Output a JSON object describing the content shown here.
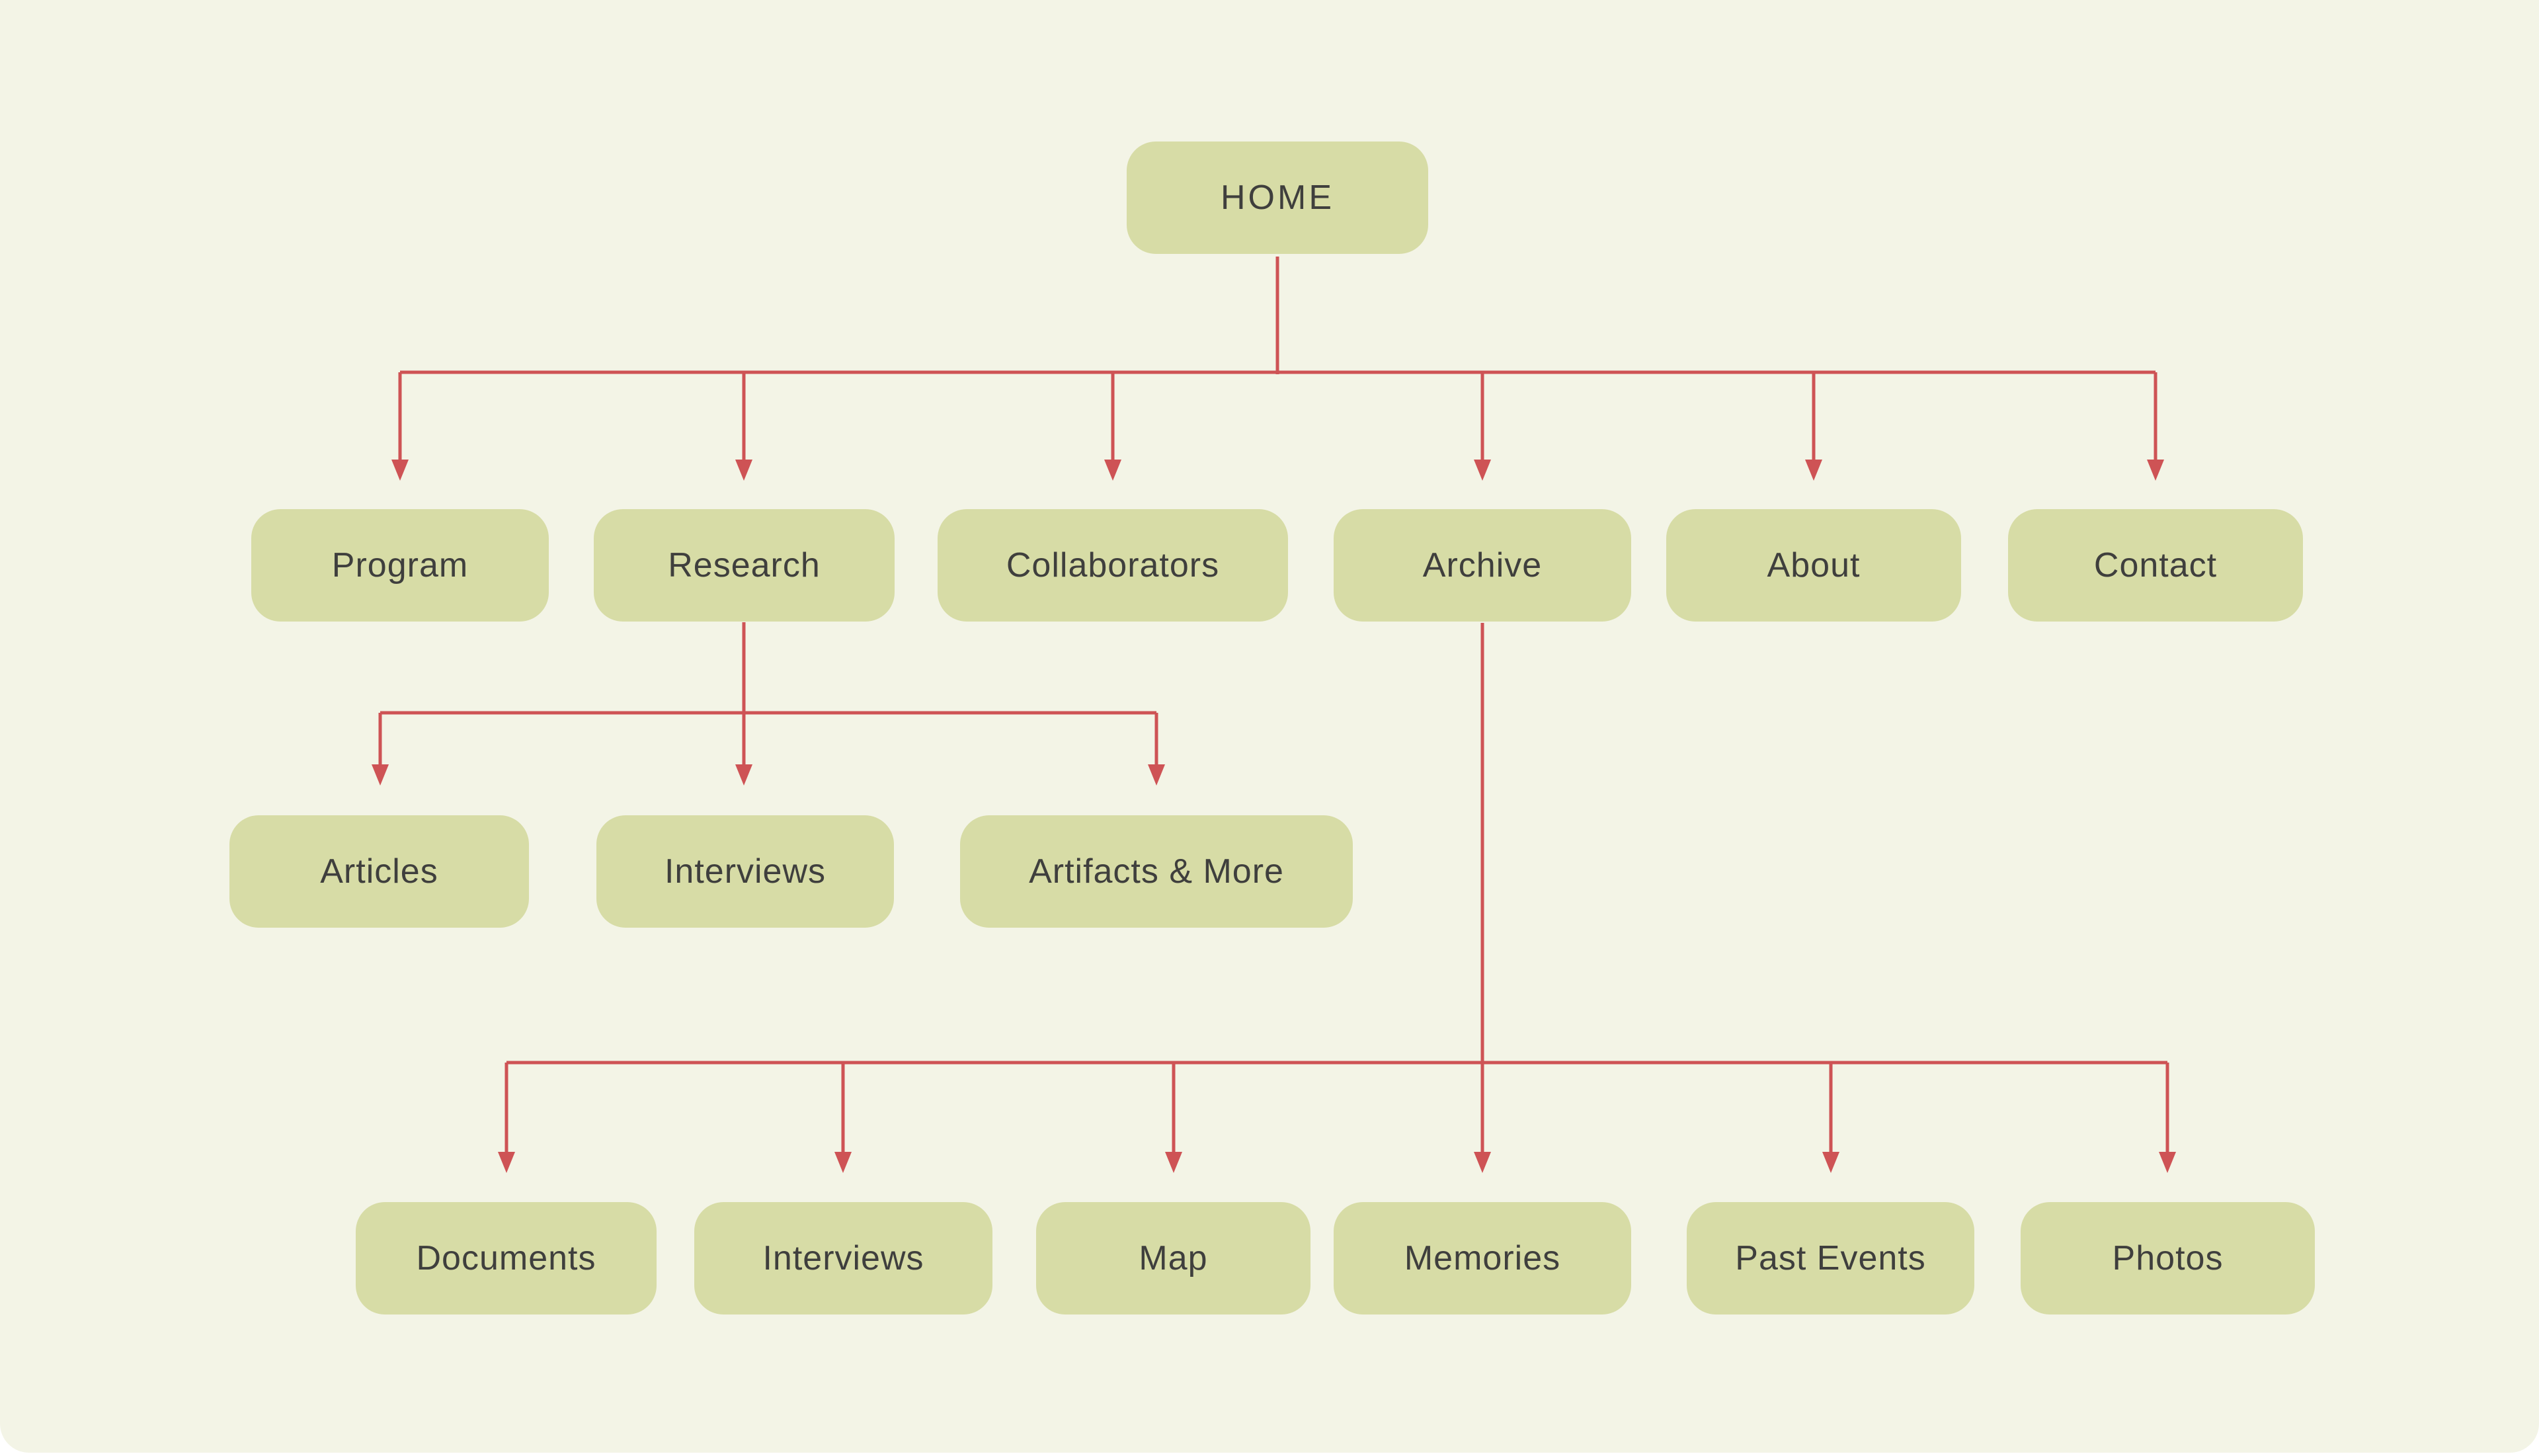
{
  "sitemap": {
    "root": {
      "label": "HOME"
    },
    "main_pages": [
      {
        "label": "Program"
      },
      {
        "label": "Research"
      },
      {
        "label": "Collaborators"
      },
      {
        "label": "Archive"
      },
      {
        "label": "About"
      },
      {
        "label": "Contact"
      }
    ],
    "research_children": [
      {
        "label": "Articles"
      },
      {
        "label": "Interviews"
      },
      {
        "label": "Artifacts & More"
      }
    ],
    "archive_children": [
      {
        "label": "Documents"
      },
      {
        "label": "Interviews"
      },
      {
        "label": "Map"
      },
      {
        "label": "Memories"
      },
      {
        "label": "Past Events"
      },
      {
        "label": "Photos"
      }
    ]
  },
  "colors": {
    "page_background": "#ffffff",
    "canvas_background": "#f3f4e6",
    "node_fill": "#d7dca6",
    "node_text": "#3f3f3d",
    "connector": "#ce5355"
  }
}
